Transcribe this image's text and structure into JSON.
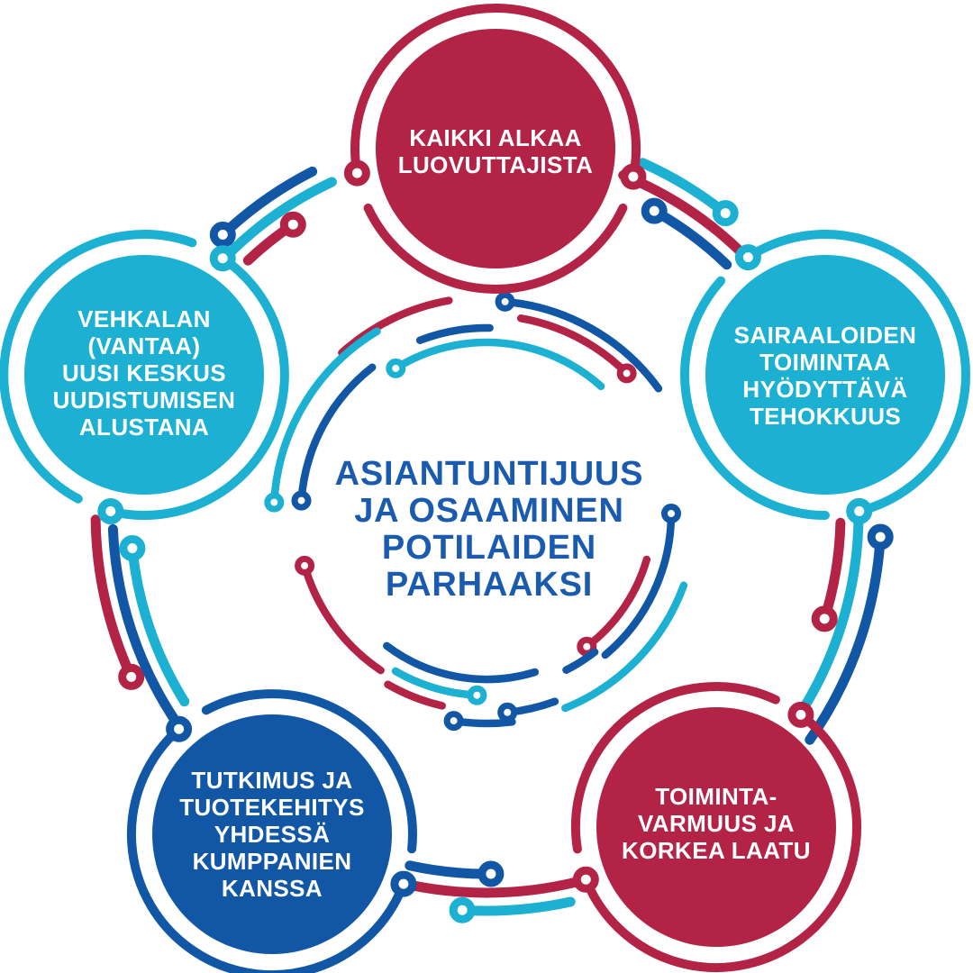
{
  "diagram": {
    "title": "HUS circular strategy diagram",
    "center": {
      "label": "ASIANTUNTIJUUS\nJA OSAAMINEN\nPOTILAIDEN\nPARHAAKSI"
    },
    "nodes": [
      {
        "id": "donors",
        "position": "top",
        "color_key": "crimson",
        "label": "KAIKKI ALKAA\nLUOVUTTAJISTA"
      },
      {
        "id": "hospitals",
        "position": "upper-right",
        "color_key": "cyan",
        "label": "SAIRAALOIDEN\nTOIMINTAA\nHYÖDYTTÄVÄ\nTEHOKKUUS"
      },
      {
        "id": "reliability",
        "position": "lower-right",
        "color_key": "crimson",
        "label": "TOIMINTA-\nVARMUUS JA\nKORKEA LAATU"
      },
      {
        "id": "research",
        "position": "lower-left",
        "color_key": "blue",
        "label": "TUTKIMUS JA\nTUOTEKEHITYS\nYHDESSÄ\nKUMPPANIEN\nKANSSA"
      },
      {
        "id": "vehkala",
        "position": "upper-left",
        "color_key": "cyan",
        "label": "VEHKALAN\n(VANTAA)\nUUSI KESKUS\nUUDISTUMISEN\nALUSTANA"
      }
    ],
    "colors": {
      "crimson": "#B22346",
      "cyan": "#1CB0D3",
      "blue": "#1157A5",
      "center_text": "#1A5BB0",
      "background": "#FFFFFF"
    }
  }
}
